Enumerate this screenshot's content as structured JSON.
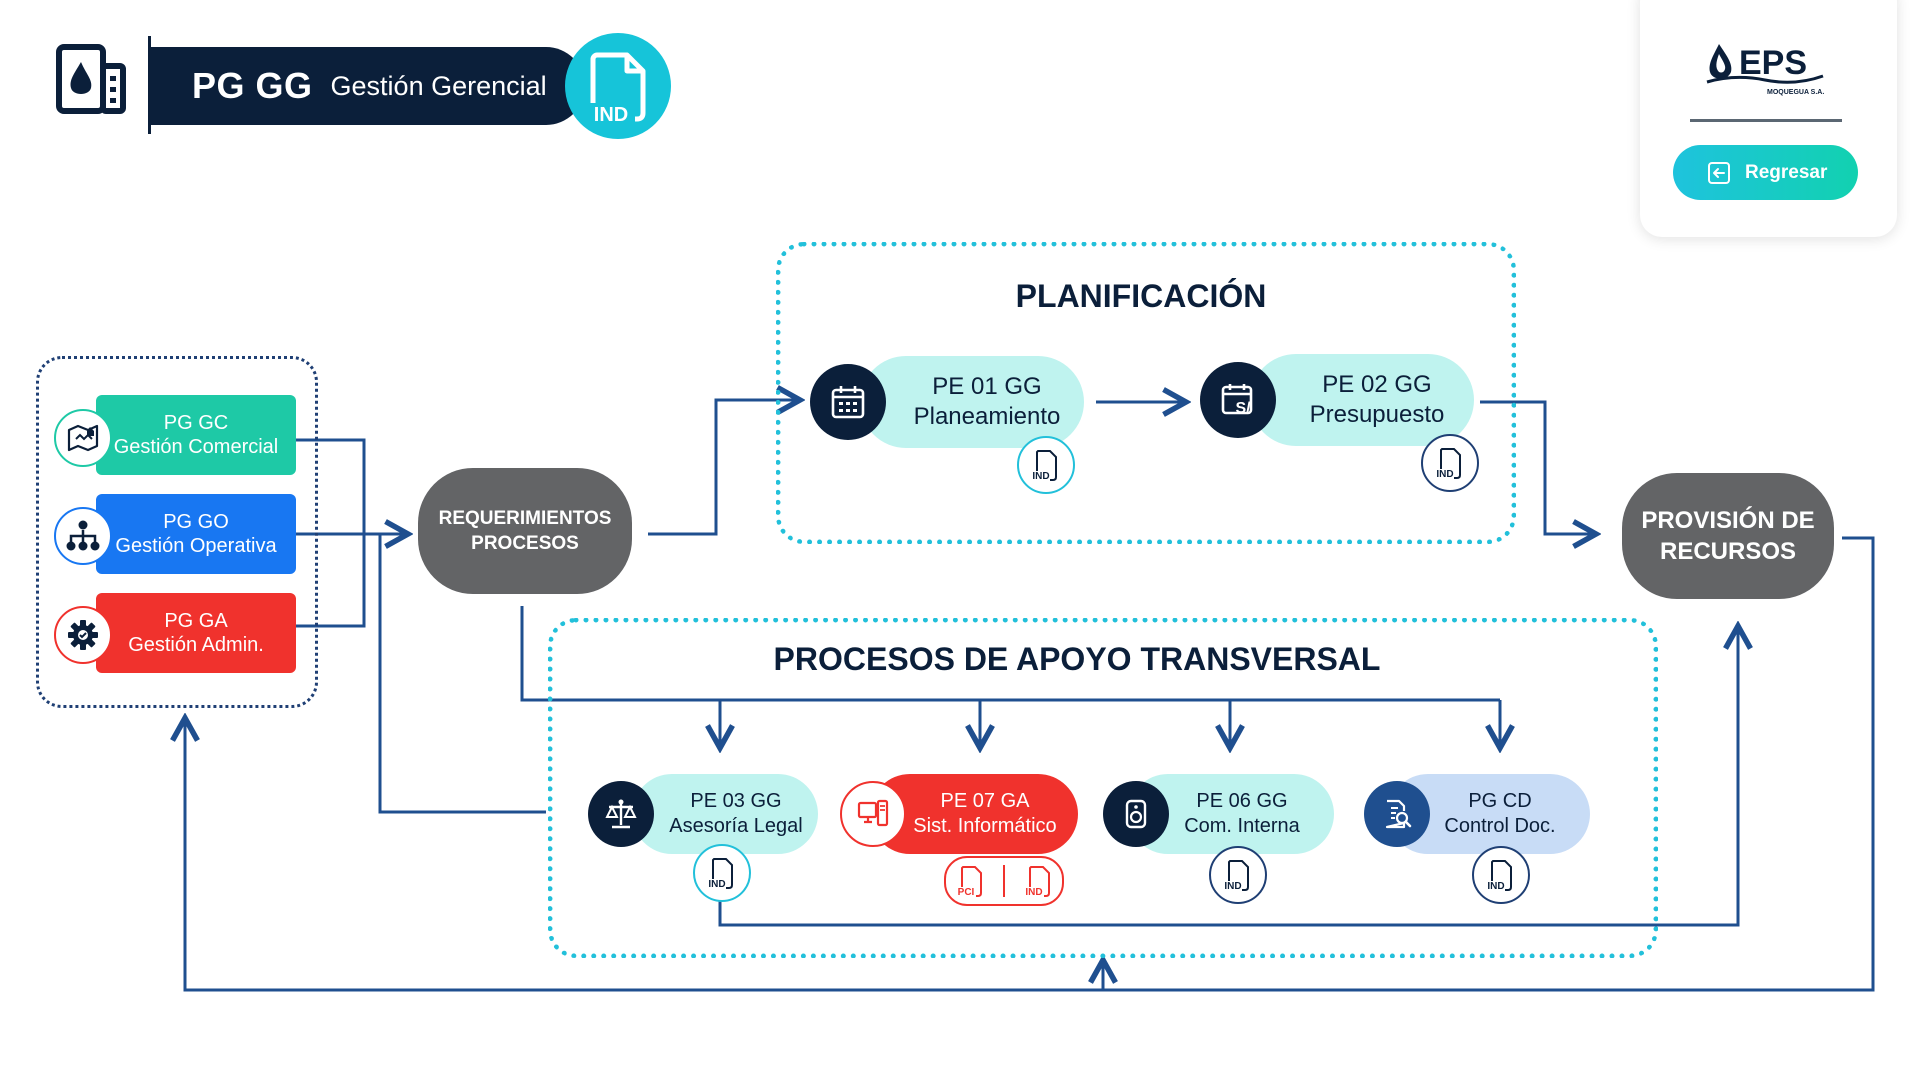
{
  "header": {
    "code": "PG GG",
    "name": "Gestión Gerencial",
    "badge": "IND"
  },
  "brand": {
    "logo_text": "EPS",
    "logo_sub": "MOQUEGUA S.A."
  },
  "back_button": {
    "label": "Regresar"
  },
  "left_group": [
    {
      "code": "PG GC",
      "name": "Gestión Comercial",
      "icon": "map-icon",
      "color": "#1ec9a6"
    },
    {
      "code": "PG GO",
      "name": "Gestión Operativa",
      "icon": "org-chart-icon",
      "color": "#1877f2"
    },
    {
      "code": "PG GA",
      "name": "Gestión Admin.",
      "icon": "gear-icon",
      "color": "#f0322d"
    }
  ],
  "requerimientos": {
    "line1": "REQUERIMIENTOS",
    "line2": "PROCESOS"
  },
  "provision": {
    "line1": "PROVISIÓN DE",
    "line2": "RECURSOS"
  },
  "planificacion": {
    "title": "PLANIFICACIÓN",
    "items": [
      {
        "code": "PE 01 GG",
        "name": "Planeamiento",
        "icon": "calendar-icon",
        "doc": "IND"
      },
      {
        "code": "PE 02 GG",
        "name": "Presupuesto",
        "icon": "budget-icon",
        "doc": "IND"
      }
    ]
  },
  "apoyo": {
    "title": "PROCESOS DE APOYO TRANSVERSAL",
    "items": [
      {
        "code": "PE 03 GG",
        "name": "Asesoría Legal",
        "icon": "scales-icon",
        "doc": "IND"
      },
      {
        "code": "PE 07 GA",
        "name": "Sist. Informático",
        "icon": "computer-icon",
        "docs": [
          "PCI",
          "IND"
        ]
      },
      {
        "code": "PE 06 GG",
        "name": "Com. Interna",
        "icon": "speaker-icon",
        "doc": "IND"
      },
      {
        "code": "PG CD",
        "name": "Control Doc.",
        "icon": "document-search-icon",
        "doc": "IND"
      }
    ]
  },
  "colors": {
    "navy": "#0b1f3a",
    "line": "#1f4f8f",
    "cyan": "#22c0da",
    "teal_pill": "#bff3ef",
    "red": "#f0322d",
    "blue_pill": "#c8dcf6",
    "grey": "#636466"
  }
}
